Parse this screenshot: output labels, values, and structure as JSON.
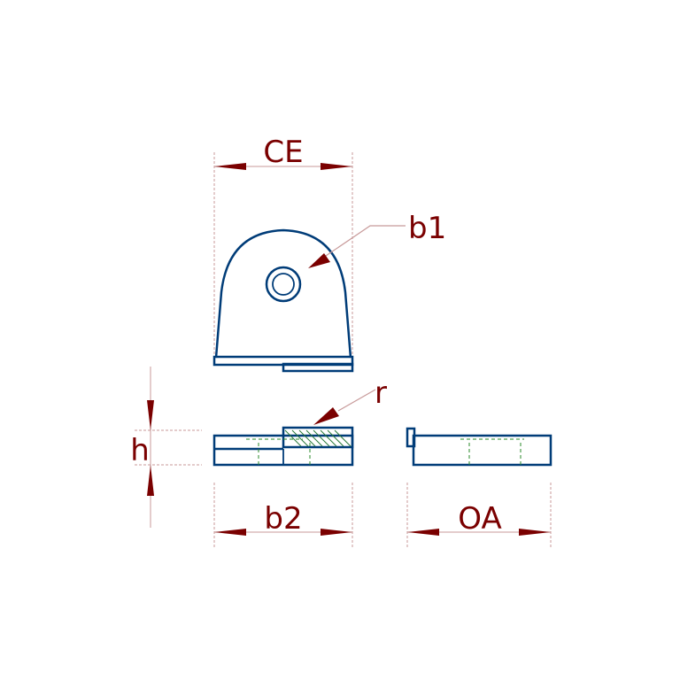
{
  "labels": {
    "ce": "CE",
    "b1": "b1",
    "r": "r",
    "h": "h",
    "b2": "b2",
    "oa": "OA"
  },
  "colors": {
    "outline": "#003c78",
    "dimension_text": "#7a0000",
    "extension_lines": "#c89a9a",
    "hidden_lines": "#2a8a2a"
  }
}
